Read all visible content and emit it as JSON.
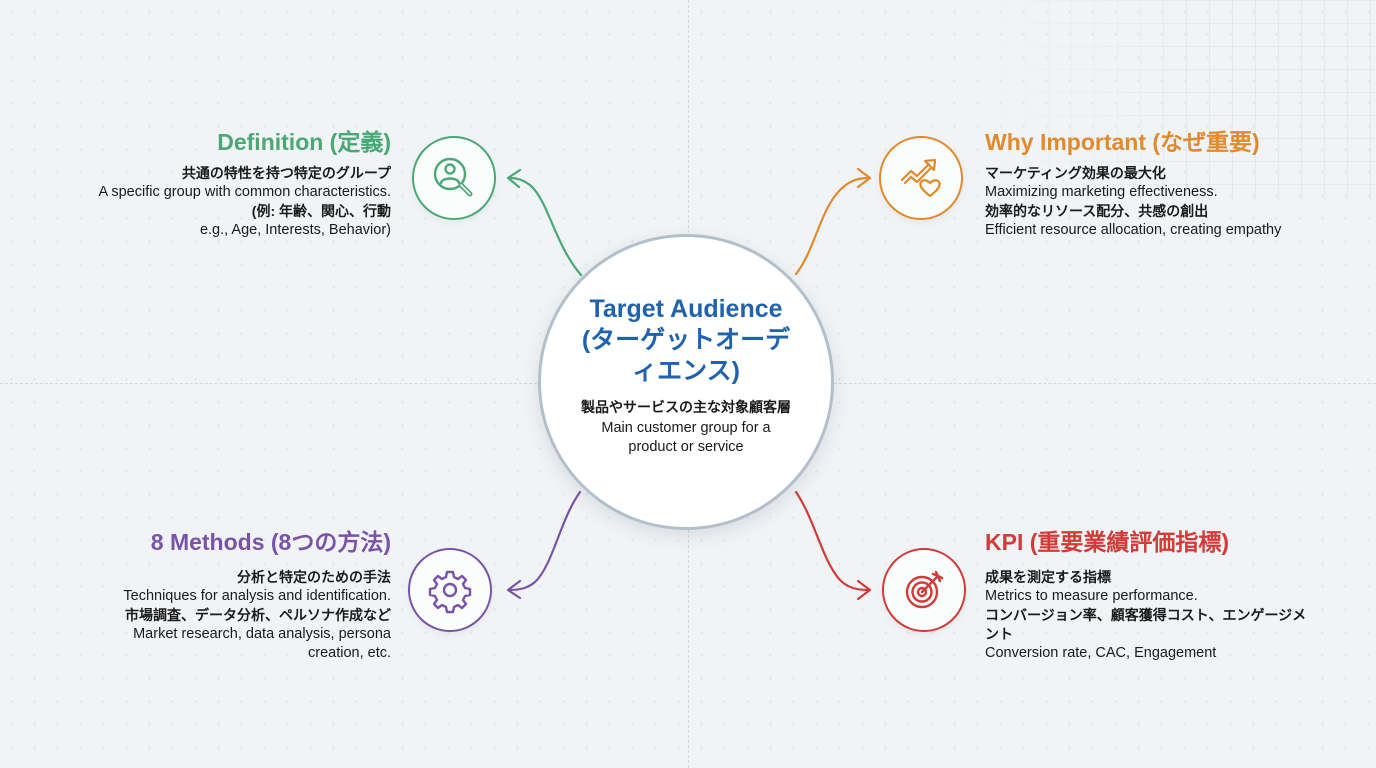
{
  "colors": {
    "definition": "#4aa874",
    "why": "#e08a2c",
    "methods": "#7a53a8",
    "kpi": "#d23b37",
    "center_title": "#1f62ae",
    "center_border": "#b3c0cb"
  },
  "center": {
    "title": "Target Audience (ターゲットオーディエンス)",
    "subtitle_jp": "製品やサービスの主な対象顧客層",
    "subtitle_en": "Main customer group for a product or service"
  },
  "nodes": {
    "definition": {
      "icon": "user-search-icon",
      "heading": "Definition (定義)",
      "line1_jp": "共通の特性を持つ特定のグループ",
      "line1_en": "A specific group with common characteristics.",
      "line2_jp": "(例: 年齢、関心、行動",
      "line2_en": "e.g., Age, Interests, Behavior)"
    },
    "why": {
      "icon": "trend-heart-icon",
      "heading": "Why Important (なぜ重要)",
      "line1_jp": "マーケティング効果の最大化",
      "line1_en": "Maximizing marketing effectiveness.",
      "line2_jp": "効率的なリソース配分、共感の創出",
      "line2_en": "Efficient resource allocation, creating empathy"
    },
    "methods": {
      "icon": "gear-icon",
      "heading": "8 Methods (8つの方法)",
      "line1_jp": "分析と特定のための手法",
      "line1_en": "Techniques for analysis and identification.",
      "line2_jp": "市場調査、データ分析、ペルソナ作成など",
      "line2_en": "Market research, data analysis, persona creation, etc."
    },
    "kpi": {
      "icon": "target-icon",
      "heading": "KPI (重要業績評価指標)",
      "line1_jp": "成果を測定する指標",
      "line1_en": "Metrics to measure performance.",
      "line2_jp": "コンバージョン率、顧客獲得コスト、エンゲージメント",
      "line2_en": "Conversion rate, CAC, Engagement"
    }
  }
}
